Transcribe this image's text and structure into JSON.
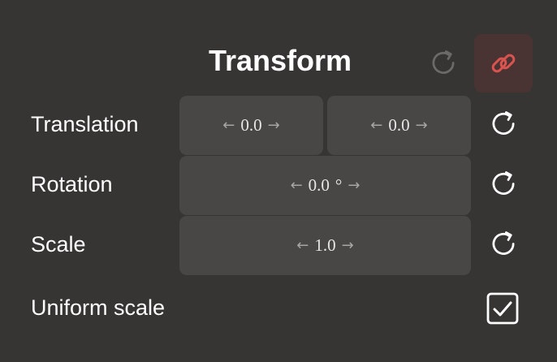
{
  "panel": {
    "title": "Transform",
    "link_state": "linked",
    "colors": {
      "background": "#373533",
      "field": "#494745",
      "link_accent": "#d9534f"
    }
  },
  "rows": {
    "translation": {
      "label": "Translation",
      "x": "0.0",
      "y": "0.0"
    },
    "rotation": {
      "label": "Rotation",
      "value": "0.0",
      "unit": "°"
    },
    "scale": {
      "label": "Scale",
      "value": "1.0"
    },
    "uniform_scale": {
      "label": "Uniform scale",
      "checked": true
    }
  },
  "icons": {
    "arrow_left": "←",
    "arrow_right": "→",
    "reset": "reset-icon",
    "link": "link-icon",
    "check": "checkbox-checked-icon"
  }
}
